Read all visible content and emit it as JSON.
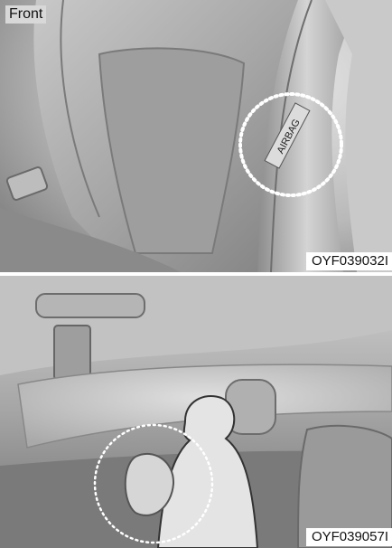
{
  "top_panel": {
    "corner_label": "Front",
    "seat_label": "AIRBAG",
    "figure_code": "OYF039032I"
  },
  "bottom_panel": {
    "figure_code": "OYF039057I"
  },
  "colors": {
    "page_background": "#ffffff",
    "dotted_circle": "#ffffff",
    "photo_mid_gray": "#9a9a9a"
  }
}
